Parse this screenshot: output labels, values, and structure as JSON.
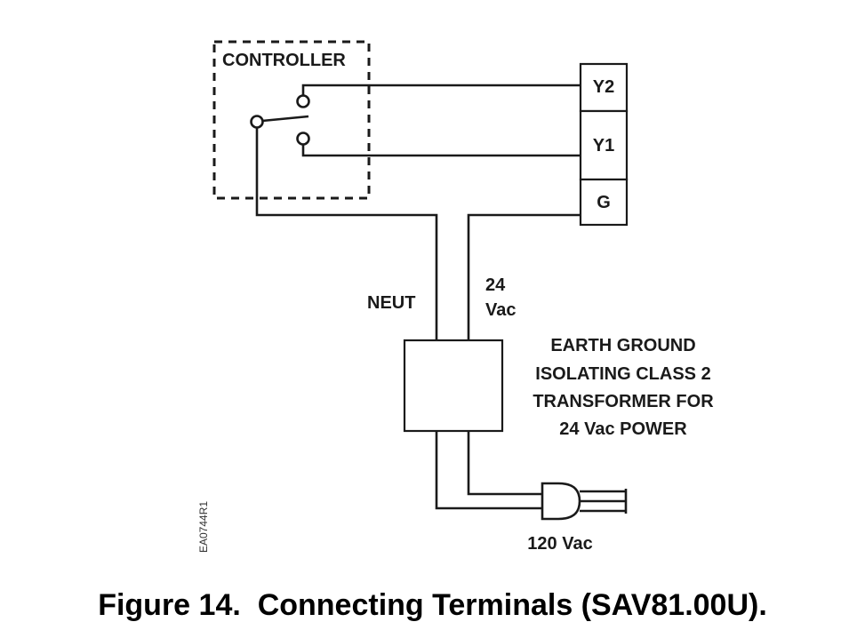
{
  "diagram": {
    "controller_label": "CONTROLLER",
    "terminals": [
      "Y2",
      "Y1",
      "G"
    ],
    "neut_label": "NEUT",
    "supply_label_line1": "24",
    "supply_label_line2": "Vac",
    "transformer_note": [
      "EARTH GROUND",
      "ISOLATING CLASS 2",
      "TRANSFORMER FOR",
      "24 Vac POWER"
    ],
    "mains_label": "120 Vac",
    "drawing_id": "EA0744R1"
  },
  "caption": "Figure 14.  Connecting Terminals (SAV81.00U).",
  "colors": {
    "line": "#1a1a1a",
    "background": "#ffffff"
  }
}
